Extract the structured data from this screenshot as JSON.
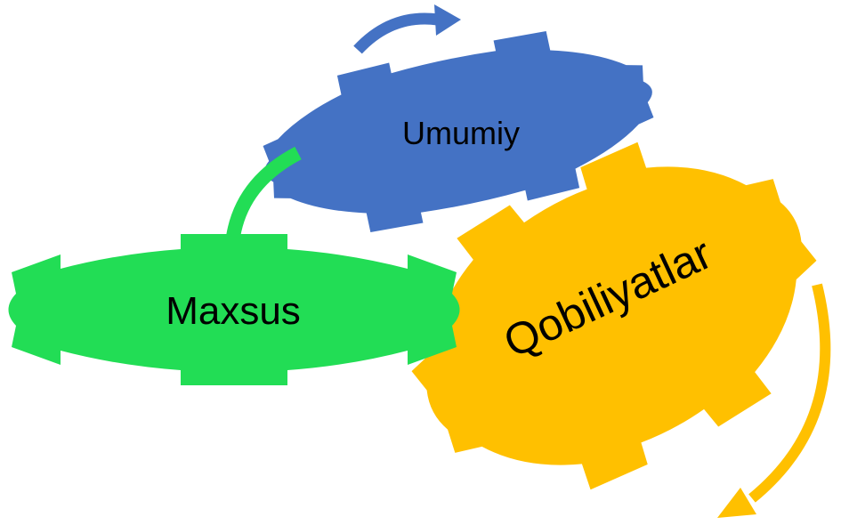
{
  "diagram": {
    "gears": [
      {
        "id": "umumiy",
        "label": "Umumiy",
        "color": "#4472c4"
      },
      {
        "id": "qobiliyatlar",
        "label": "Qobiliyatlar",
        "color": "#ffc000"
      },
      {
        "id": "maxsus",
        "label": "Maxsus",
        "color": "#22dd55"
      }
    ],
    "arrows": [
      {
        "id": "umumiy-arrow",
        "color": "#4472c4"
      },
      {
        "id": "qobiliyatlar-arrow",
        "color": "#ffc000"
      },
      {
        "id": "maxsus-arrow",
        "color": "#22dd55"
      }
    ]
  }
}
